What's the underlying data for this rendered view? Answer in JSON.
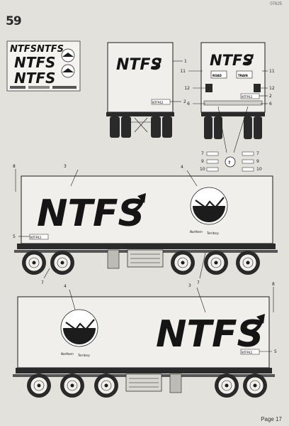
{
  "header": {
    "doc_id": "07625",
    "step": "59"
  },
  "footer": {
    "page": "Page 17"
  },
  "brand": {
    "ntfs": "NTFS",
    "placard_code": "NTFP42",
    "road_word": "ROAD",
    "train_word": "TRAIN",
    "territory_line1": "Northern",
    "territory_line2": "Territory"
  },
  "decal_sheet": {
    "lines": [
      "NTFS",
      "NTFS",
      "NTFS",
      "NTFS"
    ]
  },
  "callouts": {
    "c1": "1",
    "c2": "2",
    "c3": "3",
    "c4": "4",
    "c5": "5",
    "c6": "6",
    "c7": "7",
    "c8": "8",
    "c9": "9",
    "c10": "10",
    "c11": "11",
    "c12": "12",
    "question": "?"
  },
  "colors": {
    "paper": "#e2e1dc",
    "ink": "#1c1c1c",
    "panel": "#f0efeb"
  }
}
